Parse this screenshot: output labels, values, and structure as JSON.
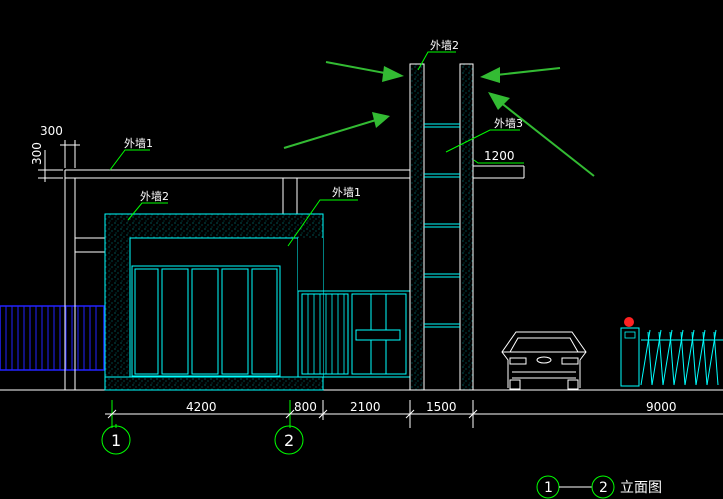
{
  "labels": {
    "wall_top_left": "外墙1",
    "wall_canopy": "外墙2",
    "wall_right_block": "外墙1",
    "wall_tower": "外墙2",
    "wall_tower_inner": "外墙3"
  },
  "dimensions": {
    "d300_h": "300",
    "d300_v": "300",
    "d1200": "1200",
    "bottom": [
      "4200",
      "800",
      "2100",
      "1500",
      "9000"
    ]
  },
  "axes": [
    "1",
    "2"
  ],
  "title": {
    "axis_from": "1",
    "axis_to": "2",
    "text": "立面图"
  },
  "colors": {
    "background": "#000000",
    "line_white": "#ffffff",
    "line_cyan": "#00ffff",
    "line_green": "#00ff00",
    "fence_blue": "#2222ff",
    "arrow_green": "#33bb33",
    "lamp_red": "#ff2222"
  }
}
